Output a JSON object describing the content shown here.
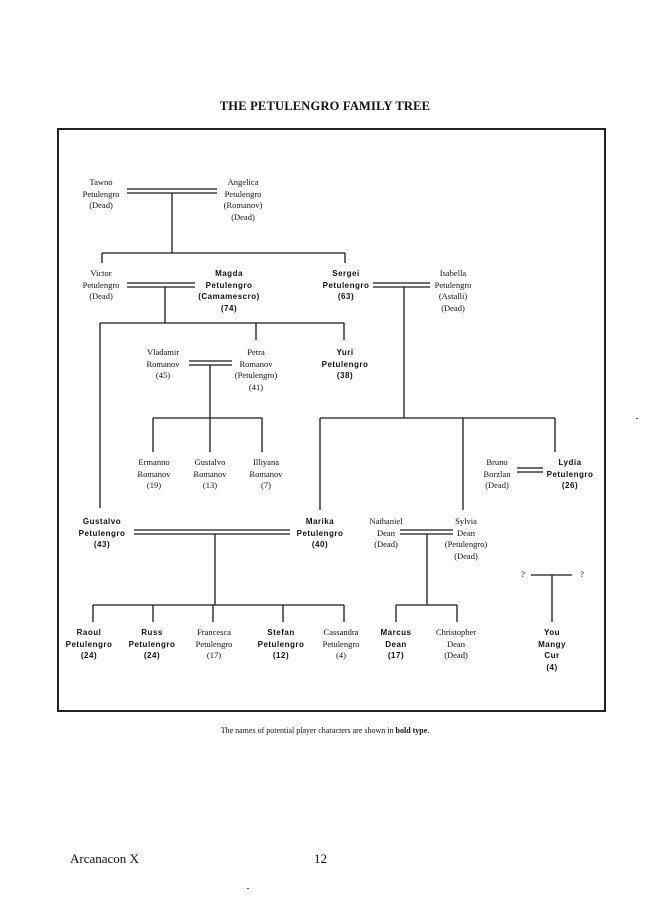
{
  "title": "THE PETULENGRO FAMILY TREE",
  "people": {
    "tawno": [
      "Tawno",
      "Petulengro",
      "(Dead)"
    ],
    "angelica": [
      "Angelica",
      "Petulengro",
      "(Romanov)",
      "(Dead)"
    ],
    "victor": [
      "Victor",
      "Petulengro",
      "(Dead)"
    ],
    "magda": [
      "Magda",
      "Petulengro",
      "(Camamescro)",
      "(74)"
    ],
    "sergei": [
      "Sergei",
      "Petulengro",
      "(63)"
    ],
    "isabella": [
      "Isabella",
      "Petulengro",
      "(Astalli)",
      "(Dead)"
    ],
    "vladamir": [
      "Vladamir",
      "Romanov",
      "(45)"
    ],
    "petra": [
      "Petra",
      "Romanov",
      "(Petulengro)",
      "(41)"
    ],
    "yuri": [
      "Yuri",
      "Petulengro",
      "(38)"
    ],
    "ermanno": [
      "Ermanno",
      "Romanov",
      "(19)"
    ],
    "gustalvo_r": [
      "Gustalvo",
      "Romanov",
      "(13)"
    ],
    "illiyana": [
      "Illiyana",
      "Romanov",
      "(7)"
    ],
    "bruno": [
      "Bruno",
      "Borzlan",
      "(Dead)"
    ],
    "lydia": [
      "Lydia",
      "Petulengro",
      "(26)"
    ],
    "gustalvo_p": [
      "Gustalvo",
      "Petulengro",
      "(43)"
    ],
    "marika": [
      "Marika",
      "Petulengro",
      "(40)"
    ],
    "nathaniel": [
      "Nathaniel",
      "Dean",
      "(Dead)"
    ],
    "sylvia": [
      "Sylvia",
      "Dean",
      "(Petulengro)",
      "(Dead)"
    ],
    "unknown_left": [
      "?"
    ],
    "unknown_right": [
      "?"
    ],
    "raoul": [
      "Raoul",
      "Petulengro",
      "(24)"
    ],
    "russ": [
      "Russ",
      "Petulengro",
      "(24)"
    ],
    "francesca": [
      "Francesca",
      "Petulengro",
      "(17)"
    ],
    "stefan": [
      "Stefan",
      "Petulengro",
      "(12)"
    ],
    "cassandra": [
      "Cassandra",
      "Petulengro",
      "(4)"
    ],
    "marcus": [
      "Marcus",
      "Dean",
      "(17)"
    ],
    "christopher": [
      "Christopher",
      "Dean",
      "(Dead)"
    ],
    "you": [
      "You",
      "Mangy",
      "Cur",
      "(4)"
    ]
  },
  "caption": {
    "before": "The names of potential player characters are shown in",
    "bold": "bold type",
    "after": "."
  },
  "footer": {
    "left": "Arcanacon X",
    "page": "12"
  }
}
